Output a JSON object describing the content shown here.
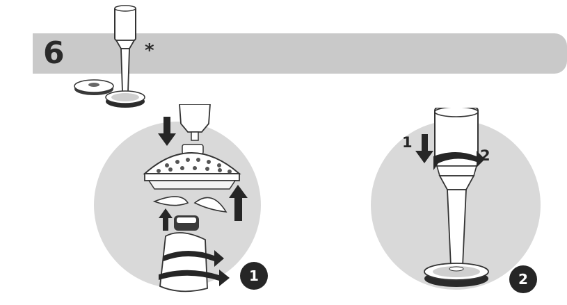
{
  "step": {
    "number": "6",
    "note_marker": "*"
  },
  "panels": [
    {
      "badge": "1",
      "icon": "assembly-step-icon"
    },
    {
      "badge": "2",
      "icon": "assembly-step-icon"
    }
  ],
  "panel2_arrows": {
    "push_label": "1",
    "turn_label": "2"
  },
  "colors": {
    "banner": "#c9c9c9",
    "badge": "#262626",
    "circle_bg": "#d9d9d9"
  }
}
